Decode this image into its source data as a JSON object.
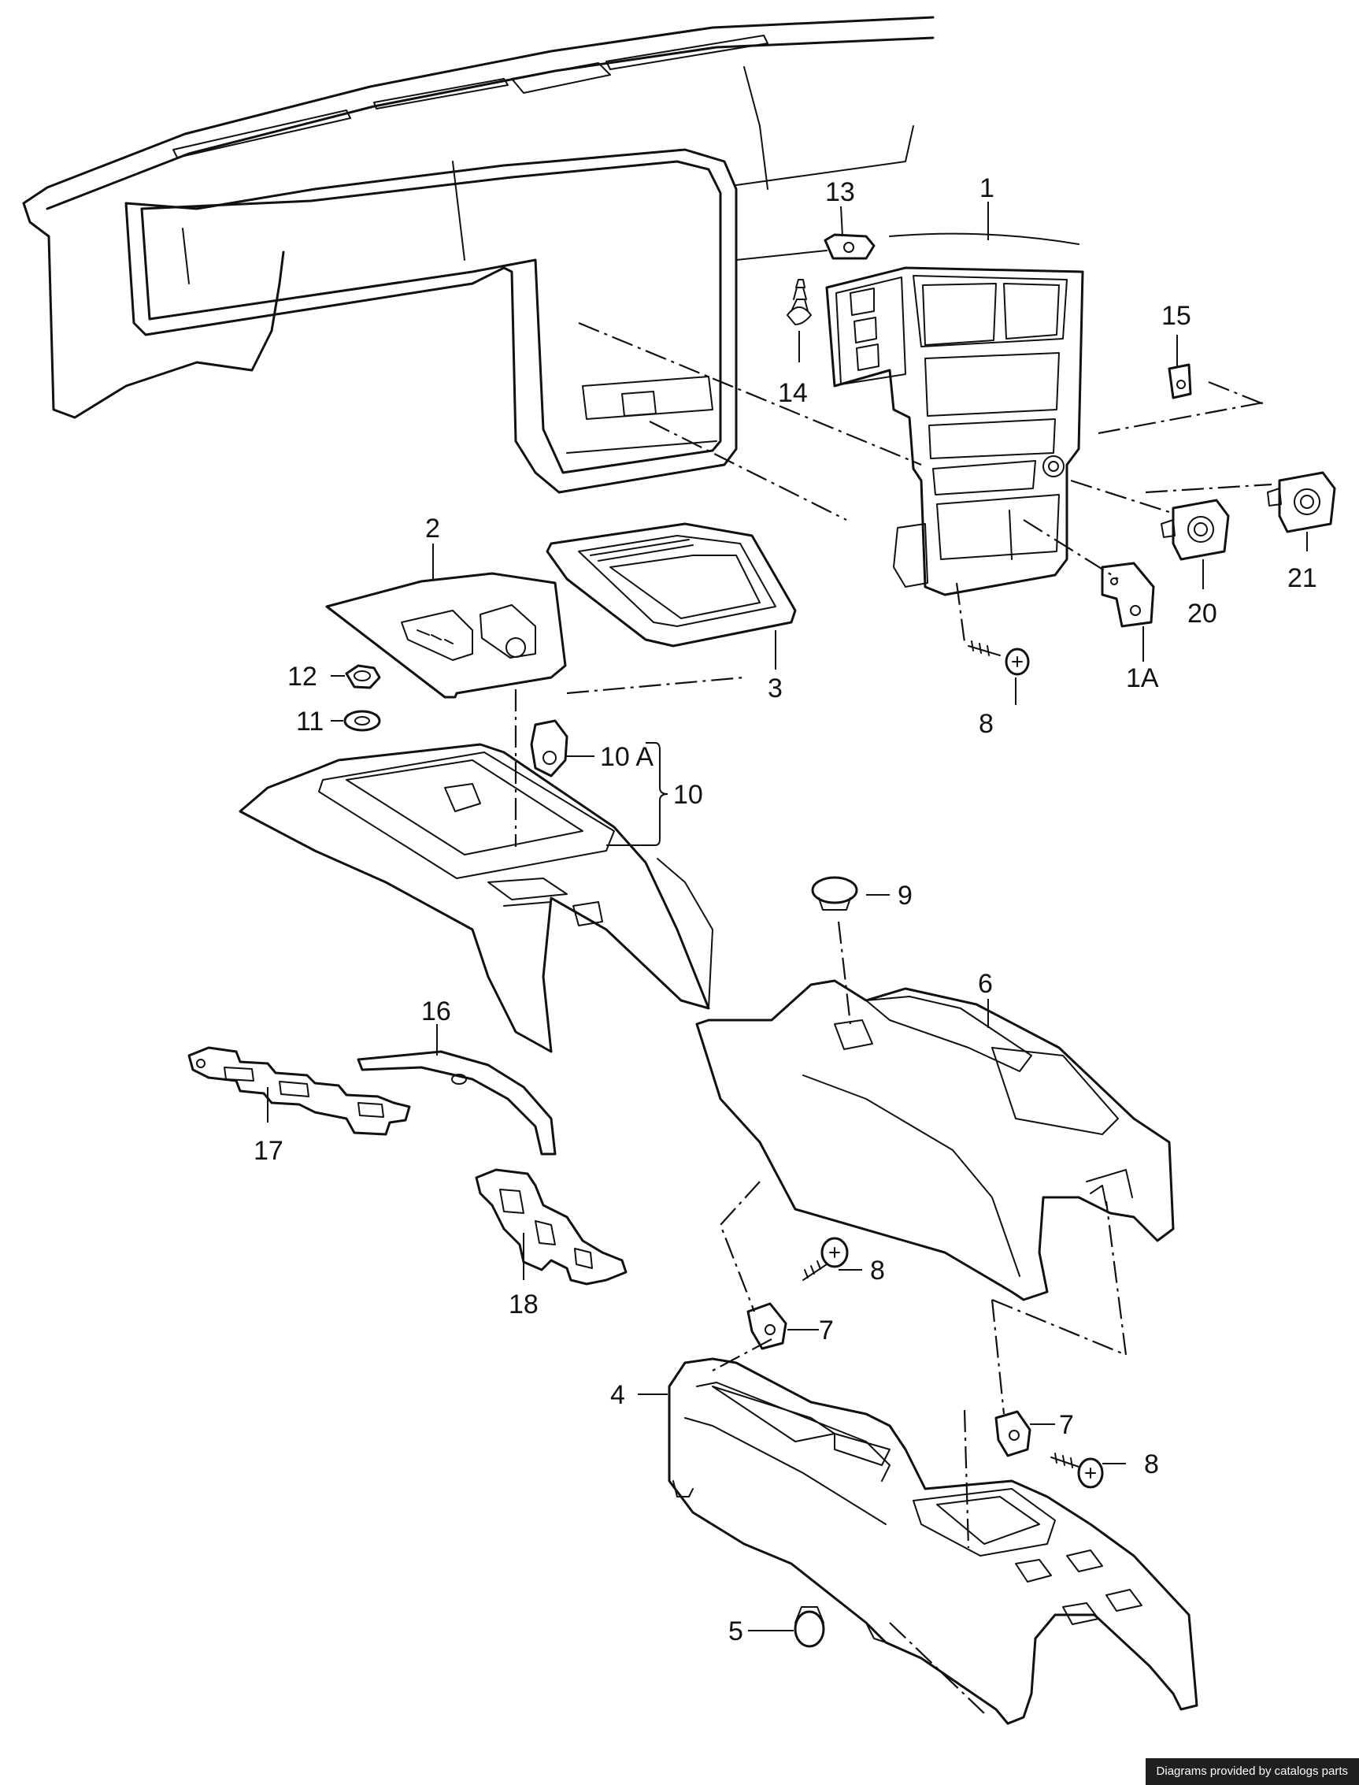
{
  "callouts": [
    {
      "id": "p1",
      "label": "1"
    },
    {
      "id": "p1A",
      "label": "1A"
    },
    {
      "id": "p2",
      "label": "2"
    },
    {
      "id": "p3",
      "label": "3"
    },
    {
      "id": "p4",
      "label": "4"
    },
    {
      "id": "p5",
      "label": "5"
    },
    {
      "id": "p6",
      "label": "6"
    },
    {
      "id": "p7a",
      "label": "7"
    },
    {
      "id": "p7b",
      "label": "7"
    },
    {
      "id": "p8a",
      "label": "8"
    },
    {
      "id": "p8b",
      "label": "8"
    },
    {
      "id": "p8c",
      "label": "8"
    },
    {
      "id": "p9",
      "label": "9"
    },
    {
      "id": "p10",
      "label": "10"
    },
    {
      "id": "p10A",
      "label": "10 A"
    },
    {
      "id": "p11",
      "label": "11"
    },
    {
      "id": "p12",
      "label": "12"
    },
    {
      "id": "p13",
      "label": "13"
    },
    {
      "id": "p14",
      "label": "14"
    },
    {
      "id": "p15",
      "label": "15"
    },
    {
      "id": "p16",
      "label": "16"
    },
    {
      "id": "p17",
      "label": "17"
    },
    {
      "id": "p18",
      "label": "18"
    },
    {
      "id": "p20",
      "label": "20"
    },
    {
      "id": "p21",
      "label": "21"
    }
  ],
  "footer": {
    "credit": "Diagrams provided by catalogs parts"
  }
}
